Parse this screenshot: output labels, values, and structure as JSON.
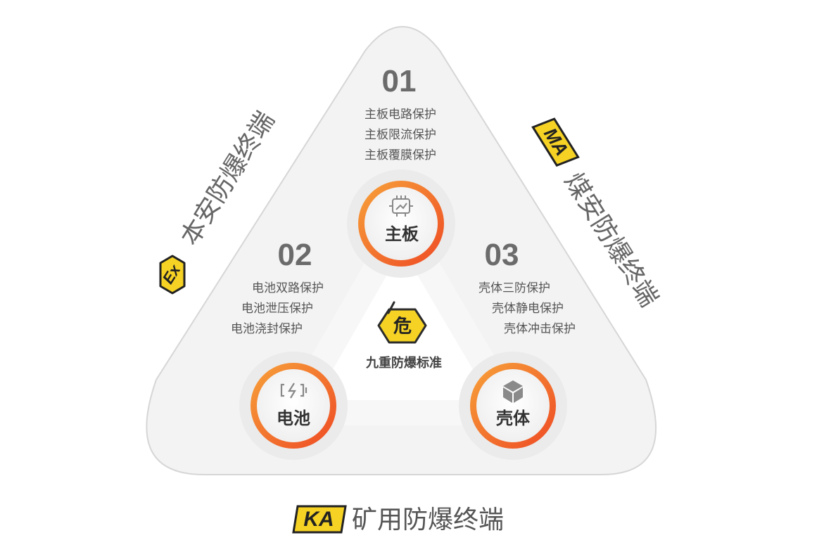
{
  "center": {
    "label": "九重防爆标准",
    "badge": "危"
  },
  "sides": {
    "left": {
      "title": "本安防爆终端",
      "badge": "Ex"
    },
    "right": {
      "title": "煤安防爆终端",
      "badge": "MA"
    },
    "bottom": {
      "title": "矿用防爆终端",
      "badge": "KA"
    }
  },
  "sections": [
    {
      "number": "01",
      "node_label": "主板",
      "icon": "circuit-board-icon",
      "items": [
        "主板电路保护",
        "主板限流保护",
        "主板覆膜保护"
      ]
    },
    {
      "number": "02",
      "node_label": "电池",
      "icon": "battery-charging-icon",
      "items": [
        "电池双路保护",
        "电池泄压保护",
        "电池浇封保护"
      ]
    },
    {
      "number": "03",
      "node_label": "壳体",
      "icon": "cube-icon",
      "items": [
        "壳体三防保护",
        "壳体静电保护",
        "壳体冲击保护"
      ]
    }
  ],
  "colors": {
    "accent_orange": "#f26b21",
    "badge_yellow": "#f5d224",
    "panel_gray": "#f3f3f3"
  }
}
